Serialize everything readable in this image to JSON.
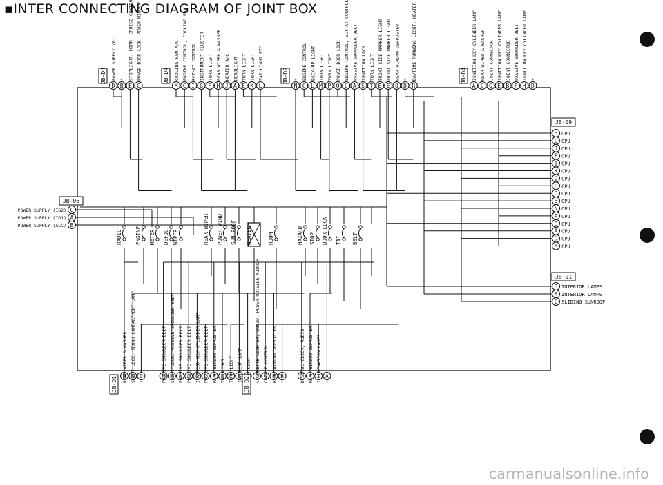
{
  "title": "▪INTER CONNECTING DIAGRAM OF JOINT BOX",
  "watermark": "carmanualsonline.info",
  "colors": {
    "line": "#111111",
    "watermark": "#b5b5b5"
  },
  "connectors": {
    "top": [
      {
        "id": "JB-D4",
        "pins": [
          {
            "code": "D",
            "label": "POWER SUPPLY (B)"
          },
          {
            "code": "B",
            "label": "*"
          },
          {
            "code": "E",
            "label": "STOPLIGHT, HORN, CRUISE CONTROL"
          },
          {
            "code": "C",
            "label": "POWER DOOR LOCK, POWER WINDOW"
          }
        ]
      },
      {
        "id": "JB-D4",
        "pins": [
          {
            "code": "M",
            "label": "COOLING FAN A/C"
          },
          {
            "code": "C",
            "label": "ENGINE CONTROL, COOLING FAN"
          },
          {
            "code": "I",
            "label": "ECT-AT CONTROL"
          },
          {
            "code": "G",
            "label": "INSTRUMENT CLUSTER"
          },
          {
            "code": "F",
            "label": "TURN LIGHT"
          },
          {
            "code": "H",
            "label": "REAR WIPER & WASHER"
          },
          {
            "code": "J",
            "label": "HEATER A/C"
          },
          {
            "code": "A",
            "label": "HEADLIGHT"
          },
          {
            "code": "E",
            "label": "TURN LIGHT"
          },
          {
            "code": "K",
            "label": "TURN LIGHT"
          },
          {
            "code": "L",
            "label": "TAILLIGHT ETC."
          }
        ]
      },
      {
        "id": "JB-D2",
        "pins": [
          {
            "code": "N",
            "label": "*"
          },
          {
            "code": "C",
            "label": "ENGINE CONTROL"
          },
          {
            "code": "L",
            "label": "BACK-UP LIGHT"
          },
          {
            "code": "M",
            "label": "TURN LIGHT"
          },
          {
            "code": "P",
            "label": "TURN LIGHT"
          },
          {
            "code": "O",
            "label": "POWER DOOR LOCK"
          },
          {
            "code": "C",
            "label": "ENGINE CONTROL, ECT-AT CONTROL, IGNITION KEY CYLINDER LAMP"
          },
          {
            "code": "A",
            "label": "PASSIVE SHOULDER BELT"
          },
          {
            "code": "S",
            "label": "IGNITION LOCK"
          },
          {
            "code": "T",
            "label": "TURN LIGHT"
          },
          {
            "code": "B",
            "label": "FRONT SIDE MARKER LIGHT"
          },
          {
            "code": "E",
            "label": "FRONT SIDE MARKER LIGHT"
          },
          {
            "code": "Q",
            "label": "REAR WINDOW DEFROSTER"
          },
          {
            "code": "D",
            "label": "*"
          },
          {
            "code": "R",
            "label": "DAYTIME RUNNING LIGHT, HEATER A/C, REAR WIPER MOTOR"
          }
        ]
      },
      {
        "id": "JB-D4",
        "pins": [
          {
            "code": "A",
            "label": "IGNITION KEY CYLINDER LAMP"
          },
          {
            "code": "C",
            "label": "REAR WIPER & WASHER"
          },
          {
            "code": "G",
            "label": "JOINT CONNECTOR"
          },
          {
            "code": "E",
            "label": "IGNITION KEY CYLINDER LAMP"
          },
          {
            "code": "B",
            "label": "JOINT CONNECTOR"
          },
          {
            "code": "F",
            "label": "PASSIVE SHOULDER BELT"
          },
          {
            "code": "H",
            "label": "IGNITION KEY CYLINDER LAMP"
          },
          {
            "code": "D",
            "label": "*"
          }
        ]
      }
    ],
    "right_jb09": {
      "id": "JB-09",
      "pins": [
        {
          "code": "H",
          "label": "CPU"
        },
        {
          "code": "L",
          "label": "CPU"
        },
        {
          "code": "J",
          "label": "CPU"
        },
        {
          "code": "F",
          "label": "CPU"
        },
        {
          "code": "I",
          "label": "CPU"
        },
        {
          "code": "K",
          "label": "CPU"
        },
        {
          "code": "G",
          "label": "CPU"
        },
        {
          "code": "E",
          "label": "CPU"
        },
        {
          "code": "C",
          "label": "CPU"
        },
        {
          "code": "B",
          "label": "CPU"
        },
        {
          "code": "N",
          "label": "CPU"
        },
        {
          "code": "P",
          "label": "CPU"
        },
        {
          "code": "O",
          "label": "CPU"
        },
        {
          "code": "A",
          "label": "CPU"
        },
        {
          "code": "D",
          "label": "CPU"
        },
        {
          "code": "M",
          "label": "CPU"
        }
      ]
    },
    "right_jb01": {
      "id": "JB-01",
      "pins": [
        {
          "code": "B",
          "label": "INTERIOR LAMPS"
        },
        {
          "code": "A",
          "label": "INTERIOR LAMPS"
        },
        {
          "code": "C",
          "label": "SLIDING SUNROOF"
        }
      ]
    },
    "left_jb06": {
      "id": "JB-06",
      "pins": [
        {
          "code": "C",
          "label": "POWER SUPPLY (IG2)"
        },
        {
          "code": "A",
          "label": "POWER SUPPLY (IG1)"
        },
        {
          "code": "B",
          "label": "POWER SUPPLY (ACC)"
        }
      ]
    },
    "bottom": [
      {
        "id": "JB-D1",
        "pins": [
          {
            "code": "N",
            "label": "REAR WIPER & WASHER"
          },
          {
            "code": "K",
            "label": "SHIFT LOCK, TRUNK COMPARTMENT LAMP"
          },
          {
            "code": "D",
            "label": "*"
          },
          {
            "code": "H",
            "label": "PASSIVE SHOULDER BELT"
          },
          {
            "code": "M",
            "label": "SHIFT LOCK, PASSIVE SHOULDER BELT"
          },
          {
            "code": "A",
            "label": "PASSIVE SHOULDER BELT"
          },
          {
            "code": "J",
            "label": "PASSIVE SHOULDER BELT"
          },
          {
            "code": "G",
            "label": "IGNITION KEY CYLINDER LAMP"
          },
          {
            "code": "L",
            "label": "PASSIVE SHOULDER BELT"
          },
          {
            "code": "F",
            "label": "REAR WINDOW DEFROSTER"
          },
          {
            "code": "E",
            "label": "TAILLIGHT"
          },
          {
            "code": "I",
            "label": "TURN LIGHT"
          },
          {
            "code": "B",
            "label": "INTERIOR LAMP"
          },
          {
            "code": "C",
            "label": "TURN LIGHT"
          }
        ]
      },
      {
        "id": "JB-D2",
        "pins": [
          {
            "code": "D",
            "label": "CIGARETTE LIGHTER, AUDIO, POWER OUTSIDE MIRROR"
          },
          {
            "code": "G",
            "label": "CRUISE CONTROL"
          },
          {
            "code": "E",
            "label": "REAR WINDOW DEFROSTER"
          },
          {
            "code": "B",
            "label": "*"
          },
          {
            "code": "J",
            "label": "DIGITAL CLOCK, AUDIO"
          },
          {
            "code": "H",
            "label": "REAR WINDOW DEFROSTER"
          },
          {
            "code": "I",
            "label": "ILLUMINATION LAMPS"
          },
          {
            "code": "A",
            "label": "*"
          }
        ]
      }
    ]
  },
  "fuses": [
    {
      "name": "RADIO"
    },
    {
      "name": "ENGINE"
    },
    {
      "name": "METER"
    },
    {
      "name": "DEFOG"
    },
    {
      "name": "WIPER"
    },
    {
      "name": "REAR WIPER"
    },
    {
      "name": "POWER WIND"
    },
    {
      "name": "SUN ROOF"
    },
    {
      "name": "HEATER"
    },
    {
      "name": "ROOM"
    },
    {
      "name": "HAZARD"
    },
    {
      "name": "STOP"
    },
    {
      "name": "DOOR LOCK"
    },
    {
      "name": "TAIL"
    },
    {
      "name": "BELT"
    }
  ]
}
